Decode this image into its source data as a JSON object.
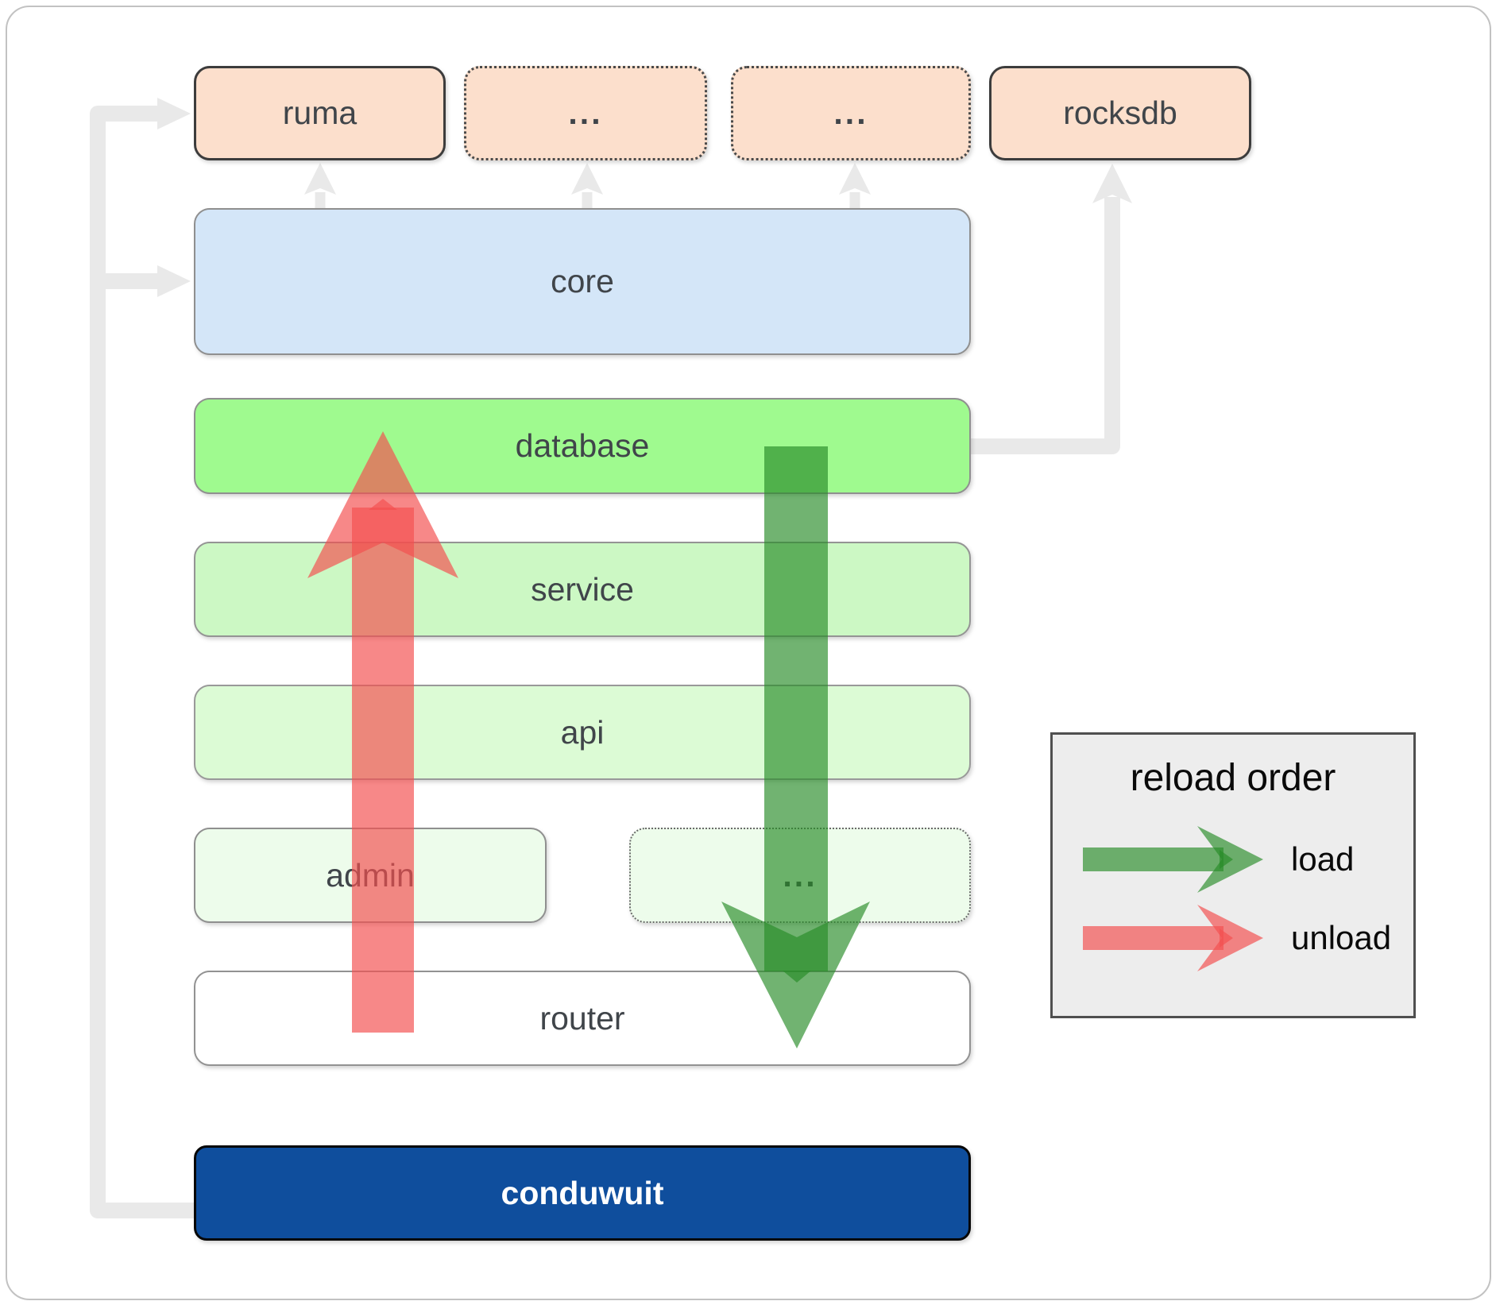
{
  "nodes": {
    "ruma": {
      "label": "ruma"
    },
    "dep1": {
      "label": "..."
    },
    "dep2": {
      "label": "..."
    },
    "rocksdb": {
      "label": "rocksdb"
    },
    "core": {
      "label": "core"
    },
    "database": {
      "label": "database"
    },
    "service": {
      "label": "service"
    },
    "api": {
      "label": "api"
    },
    "admin": {
      "label": "admin"
    },
    "service_other": {
      "label": "..."
    },
    "router": {
      "label": "router"
    },
    "conduwuit": {
      "label": "conduwuit"
    }
  },
  "legend": {
    "title": "reload order",
    "load_label": "load",
    "unload_label": "unload"
  },
  "colors": {
    "load_arrow": "rgba(40,140,40,0.66)",
    "unload_arrow": "rgba(243,80,80,0.68)",
    "connector_gray": "#e9e9e9",
    "node_peach": "#fcdfcc",
    "node_blue": "#d4e6f8",
    "node_bright_green": "#9ffa8f",
    "node_light_green": "#ccf8c4",
    "node_lighter_green": "#dcfbd5",
    "node_faint_green": "#edfceb",
    "node_white": "#ffffff",
    "node_navy": "#0f4e9d",
    "legend_bg": "#ededed"
  }
}
